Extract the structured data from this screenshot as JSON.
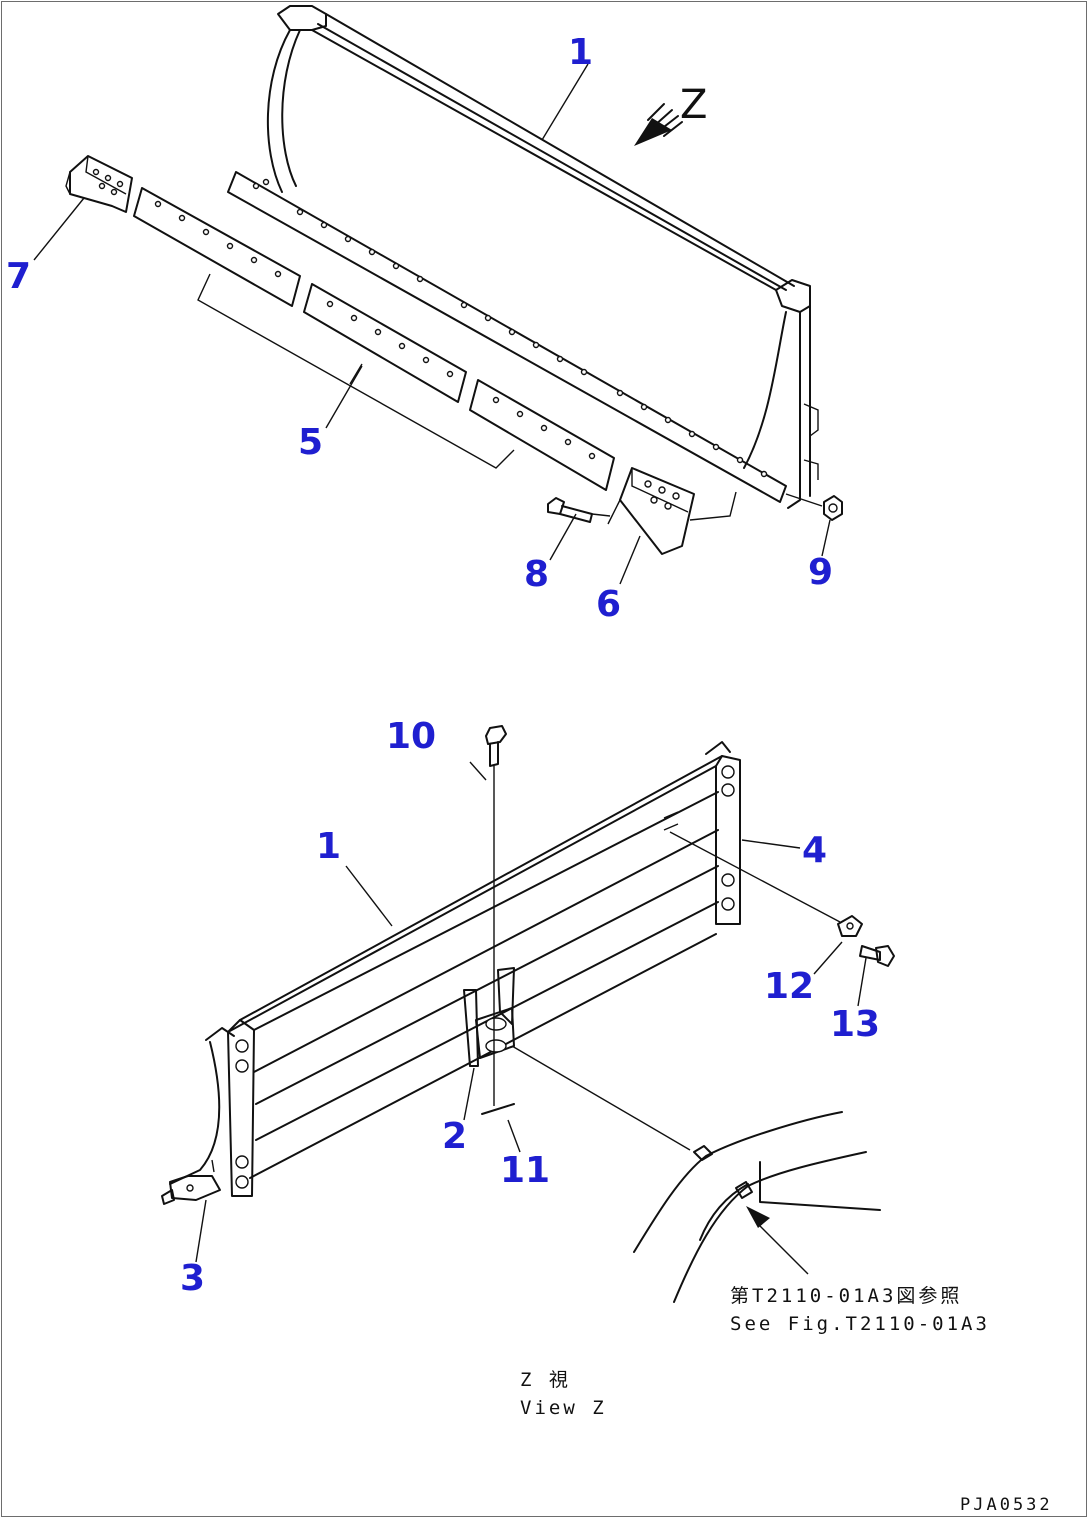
{
  "view_marker": "Z",
  "callouts": {
    "top": [
      {
        "id": "c1a",
        "text": "1"
      },
      {
        "id": "c5",
        "text": "5"
      },
      {
        "id": "c6",
        "text": "6"
      },
      {
        "id": "c7",
        "text": "7"
      },
      {
        "id": "c8",
        "text": "8"
      },
      {
        "id": "c9",
        "text": "9"
      }
    ],
    "bottom": [
      {
        "id": "c1b",
        "text": "1"
      },
      {
        "id": "c2",
        "text": "2"
      },
      {
        "id": "c3",
        "text": "3"
      },
      {
        "id": "c4",
        "text": "4"
      },
      {
        "id": "c10",
        "text": "10"
      },
      {
        "id": "c11",
        "text": "11"
      },
      {
        "id": "c12",
        "text": "12"
      },
      {
        "id": "c13",
        "text": "13"
      }
    ]
  },
  "reference_note": {
    "jp": "第T2110-01A3図参照",
    "en": "See Fig.T2110-01A3"
  },
  "view_caption": {
    "jp": "Z 視",
    "en": "View Z"
  },
  "drawing_code": "PJA0532"
}
